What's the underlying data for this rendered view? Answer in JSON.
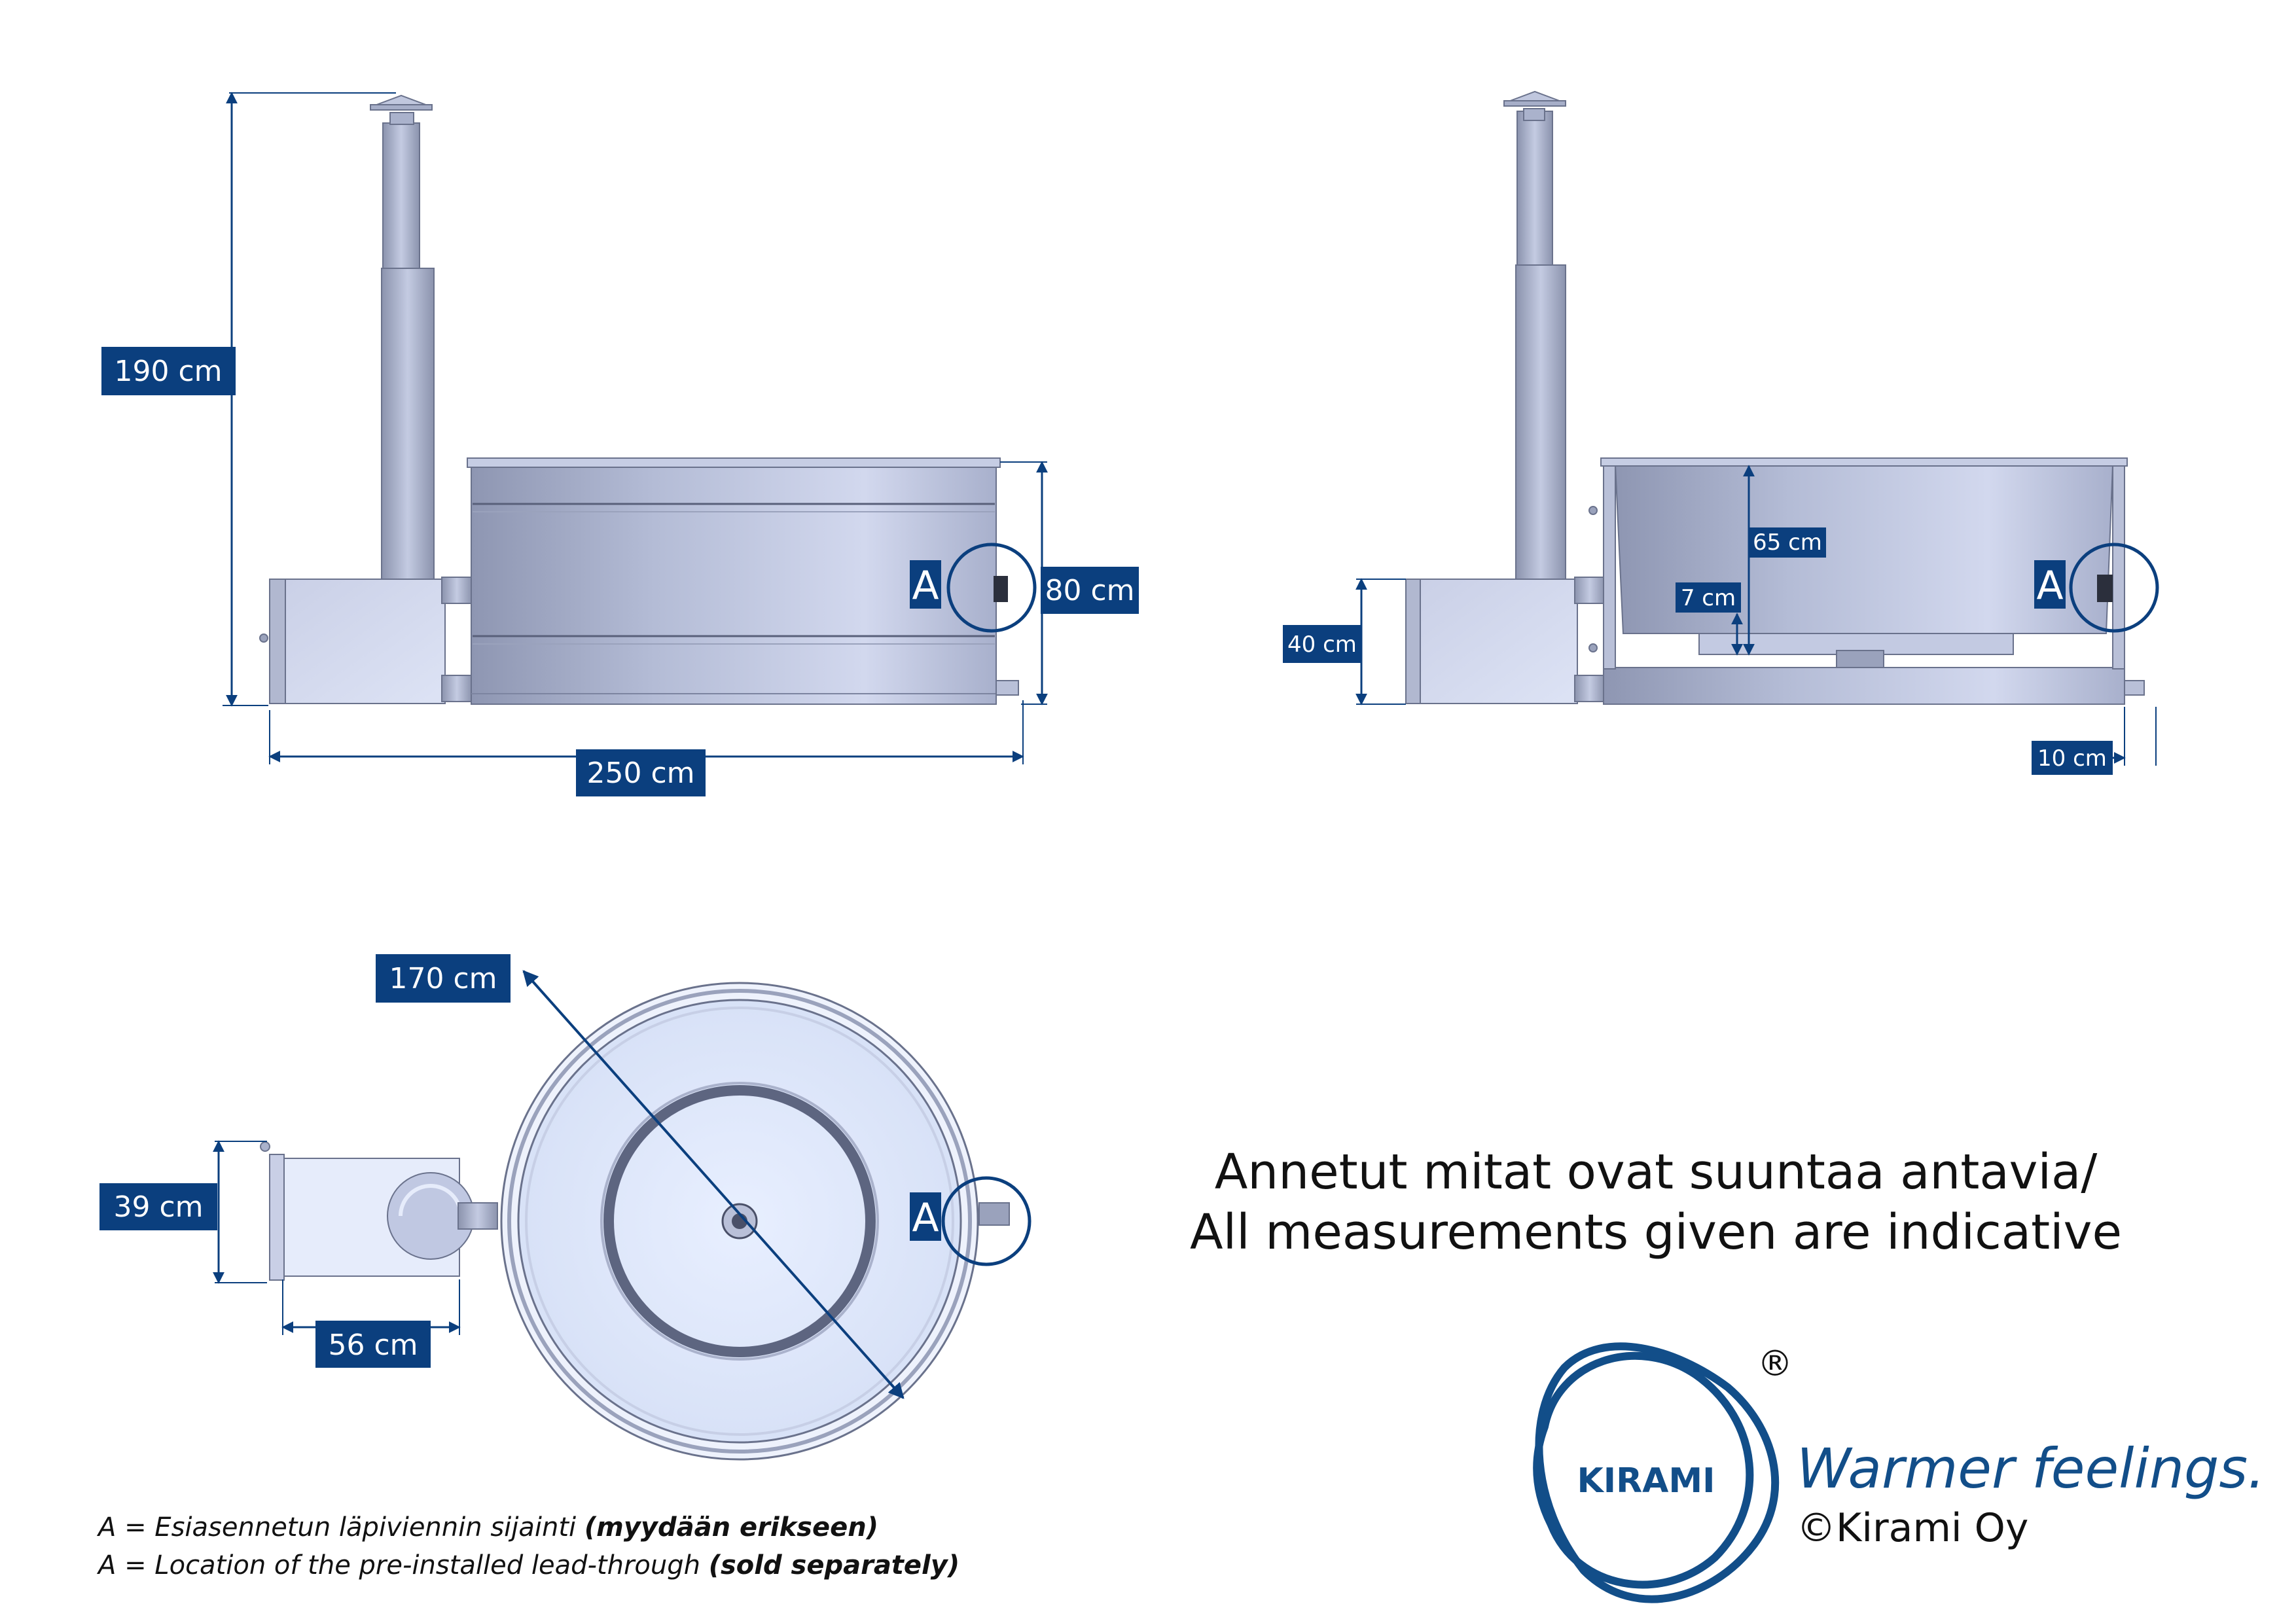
{
  "dimensions": {
    "height_total": "190 cm",
    "tub_height": "80 cm",
    "total_length": "250 cm",
    "inner_depth": "65 cm",
    "step_height": "7 cm",
    "heater_height": "40 cm",
    "edge_offset": "10 cm",
    "diameter": "170 cm",
    "heater_width": "39 cm",
    "heater_depth": "56 cm"
  },
  "markers": {
    "lead_through": "A"
  },
  "disclaimer": {
    "line1": "Annetut mitat ovat suuntaa antavia/",
    "line2": "All measurements given are indicative"
  },
  "legend": {
    "fi_prefix": "A = Esiasennetun läpiviennin sijainti",
    "fi_bold": "(myydään erikseen)",
    "en_prefix": "A = Location of the pre-installed lead-through",
    "en_bold": "(sold separately)"
  },
  "brand": {
    "logo_text": "KIRAMI",
    "registered": "®",
    "tagline": "Warmer feelings.",
    "copyright": "©Kirami Oy"
  },
  "colors": {
    "brand_blue": "#124e89",
    "label_bg": "#0b3f7e",
    "metal": "#b7bfd6",
    "metal_dark": "#7c84a0"
  }
}
